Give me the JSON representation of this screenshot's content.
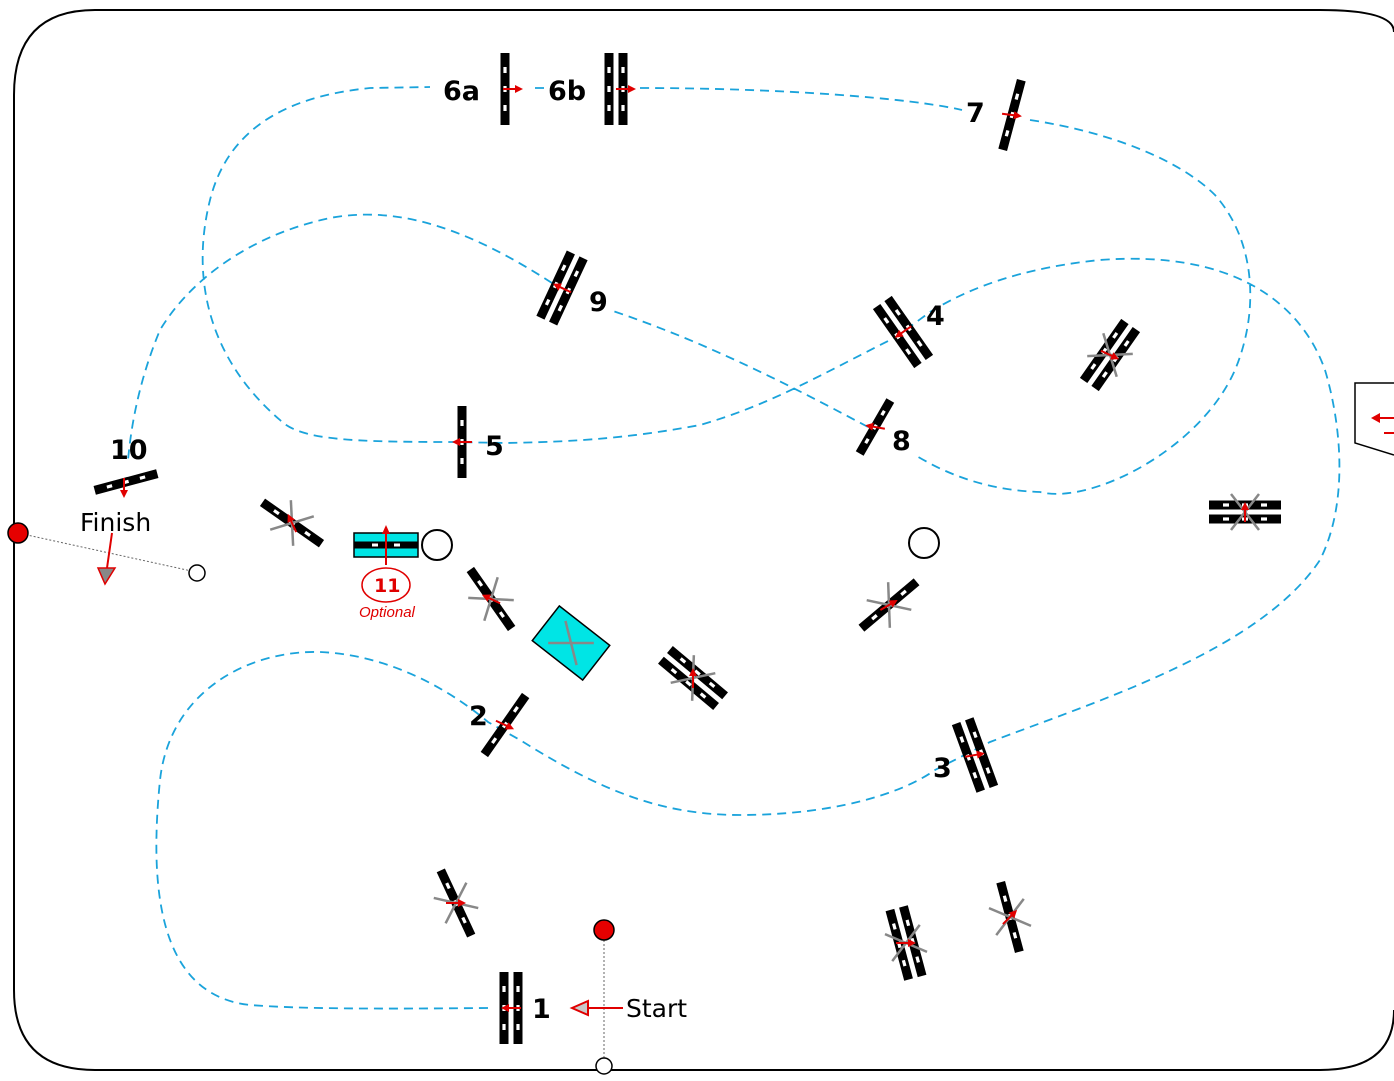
{
  "course": {
    "path_color": "#1aa3db",
    "arrow_color": "#e00000",
    "table_color": "#00e5e5",
    "marker_color": "#e60000",
    "labels": {
      "start": "Start",
      "finish": "Finish",
      "j1": "1",
      "j2": "2",
      "j3": "3",
      "j4": "4",
      "j5": "5",
      "j6a": "6a",
      "j6b": "6b",
      "j7": "7",
      "j8": "8",
      "j9": "9",
      "j10": "10",
      "j11": "11",
      "j11_note": "Optional"
    }
  }
}
